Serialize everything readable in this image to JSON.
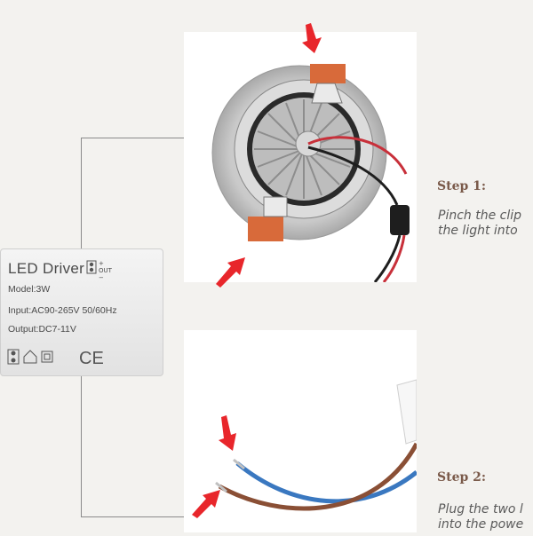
{
  "driver": {
    "title": "LED Driver",
    "model": "Model:3W",
    "input": "Input:AC90-265V 50/60Hz",
    "output": "Output:DC7-11V",
    "out_label": "OUT",
    "ce_mark": "CE"
  },
  "steps": [
    {
      "heading": "Step 1:",
      "text_line1": "Pinch the clip",
      "text_line2": "the light into"
    },
    {
      "heading": "Step 2:",
      "text_line1": "Plug the two l",
      "text_line2": "into the powe"
    }
  ],
  "colors": {
    "background": "#f3f2ef",
    "arrow": "#e8262b",
    "clip": "#d86a3a",
    "wire_red": "#c8303a",
    "wire_black": "#1e1e1e",
    "wire_blue": "#3a78c0",
    "wire_brown": "#8a4f35",
    "step_heading": "#7a5a4a"
  },
  "icons": [
    "red-arrow-icon",
    "terminal-icon",
    "house-icon",
    "class-ii-icon",
    "ce-mark-icon"
  ]
}
